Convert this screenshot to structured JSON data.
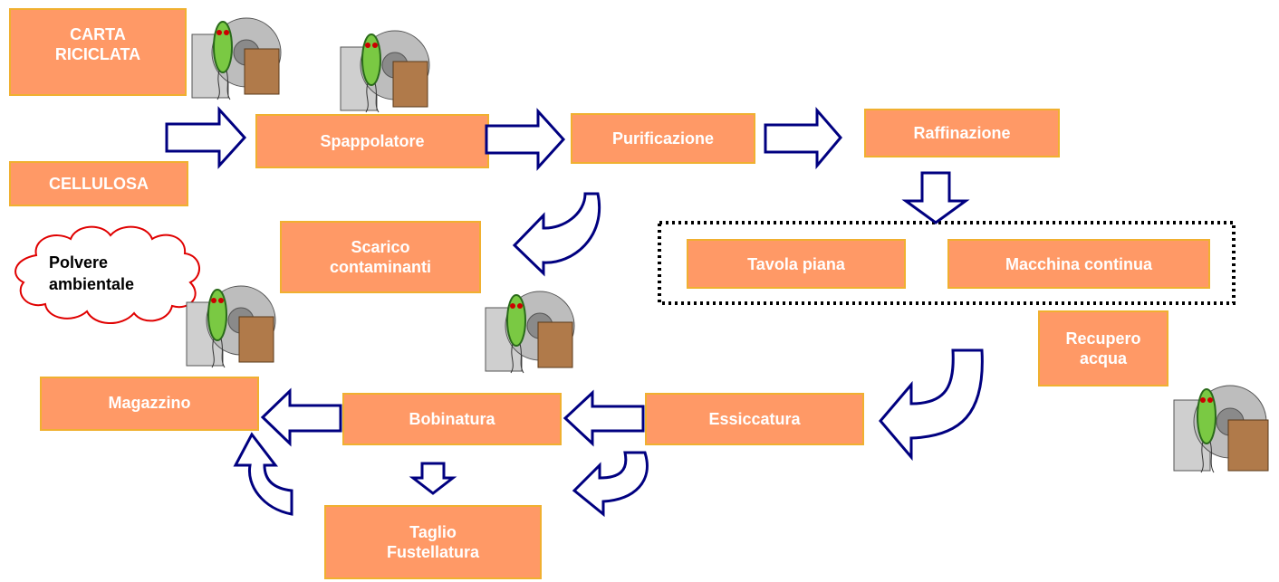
{
  "boxes": {
    "carta_riciclata": "CARTA\nRICICLATA",
    "cellulosa": "CELLULOSA",
    "spappolatore": "Spappolatore",
    "purificazione": "Purificazione",
    "raffinazione": "Raffinazione",
    "scarico": "Scarico\ncontaminanti",
    "tavola_piana": "Tavola piana",
    "macchina_continua": "Macchina continua",
    "recupero_acqua": "Recupero\nacqua",
    "magazzino": "Magazzino",
    "bobinatura": "Bobinatura",
    "essiccatura": "Essiccatura",
    "taglio": "Taglio\nFustellatura"
  },
  "cloud": {
    "text": "Polvere\nambientale"
  },
  "colors": {
    "box_fill": "#FF9966",
    "box_border": "#F0B030",
    "arrow_stroke": "#000080",
    "cloud_stroke": "#E00000",
    "dotted_border": "#000000"
  }
}
